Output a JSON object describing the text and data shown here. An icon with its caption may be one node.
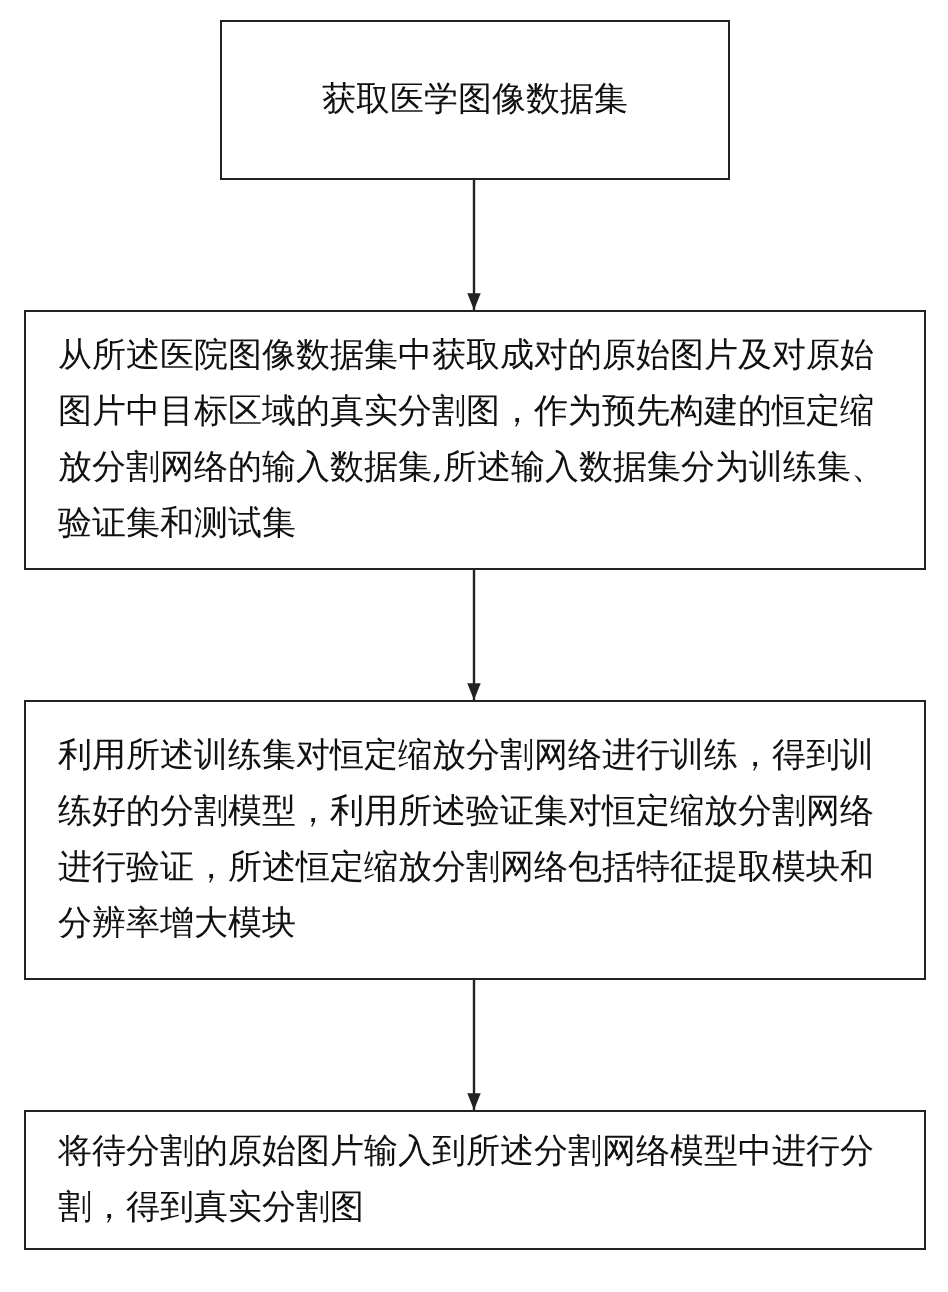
{
  "diagram": {
    "nodes": [
      {
        "text": [
          "获取医学图像数据集"
        ]
      },
      {
        "text": [
          "从所述医院图像数据集中获取成对的原始图片及对原始图片中目标区域的真实分割图，作为预先构建的恒定缩放分割网络的输入数据集,所述输入数据集分为训练集、验证集和测试集"
        ]
      },
      {
        "text": [
          "利用所述训练集对恒定缩放分割网络进行训练，得到训练好的分割模型，利用所述验证集对恒定缩放分割网络进行验证，所述恒定缩放分割网络包括特征提取模块和分辨率增大模块"
        ]
      },
      {
        "text": [
          "将待分割的原始图片输入到所述分割网络模型中进行分割，得到真实分割图"
        ]
      }
    ],
    "edges": [
      {
        "from": 0,
        "to": 1,
        "arrow": "to"
      },
      {
        "from": 1,
        "to": 2,
        "arrow": "to"
      },
      {
        "from": 2,
        "to": 3,
        "arrow": "to"
      }
    ]
  }
}
